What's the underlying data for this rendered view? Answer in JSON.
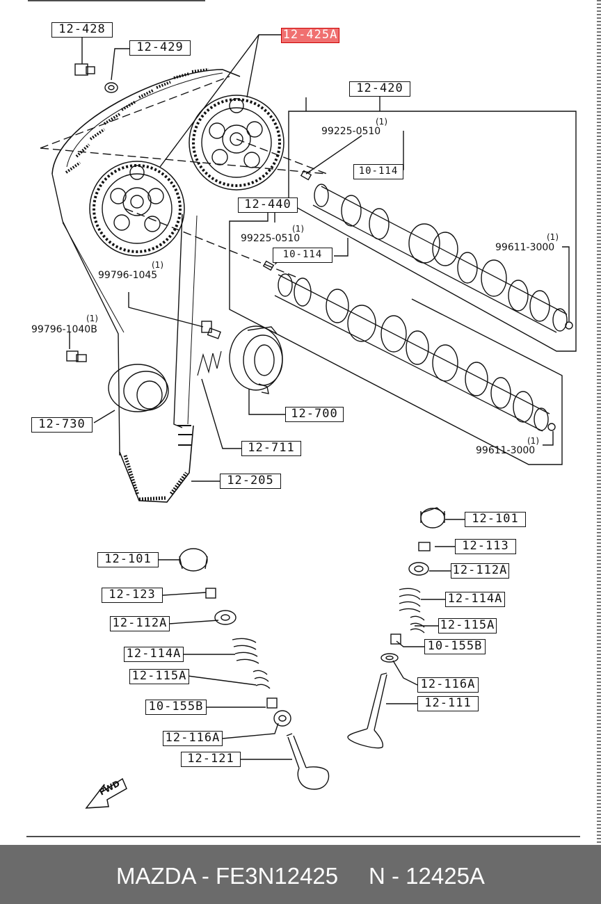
{
  "labels": {
    "p12_428": "12-428",
    "p12_429": "12-429",
    "p12_425a": "12-425A",
    "p12_420": "12-420",
    "p10_114_a": "10-114",
    "p12_440": "12-440",
    "p10_114_b": "10-114",
    "p12_700": "12-700",
    "p12_730": "12-730",
    "p12_711": "12-711",
    "p12_205": "12-205",
    "p12_101_r": "12-101",
    "p12_113": "12-113",
    "p12_112a_r": "12-112A",
    "p12_114a_r": "12-114A",
    "p12_115a_r": "12-115A",
    "p10_155b_r": "10-155B",
    "p12_116a_r": "12-116A",
    "p12_111": "12-111",
    "p12_101_l": "12-101",
    "p12_123": "12-123",
    "p12_112a_l": "12-112A",
    "p12_114a_l": "12-114A",
    "p12_115a_l": "12-115A",
    "p10_155b_l": "10-155B",
    "p12_116a_l": "12-116A",
    "p12_121": "12-121"
  },
  "part_numbers": {
    "pin_upper": "99225-0510",
    "pin_lower": "99225-0510",
    "ball_upper": "99611-3000",
    "ball_lower": "99611-3000",
    "bolt_tensioner": "99796-1045",
    "bolt_idler": "99796-1040B"
  },
  "quantities": {
    "pin_upper": "(1)",
    "pin_lower": "(1)",
    "ball_upper": "(1)",
    "ball_lower": "(1)",
    "bolt_tensioner": "(1)",
    "bolt_idler": "(1)"
  },
  "fwd_label": "FWD",
  "footer": {
    "brand_text": "MAZDA - FE3N12425",
    "code_text": "N - 12425A"
  },
  "colors": {
    "highlight": "#f07070",
    "footer_bg": "#6b6b6b"
  }
}
